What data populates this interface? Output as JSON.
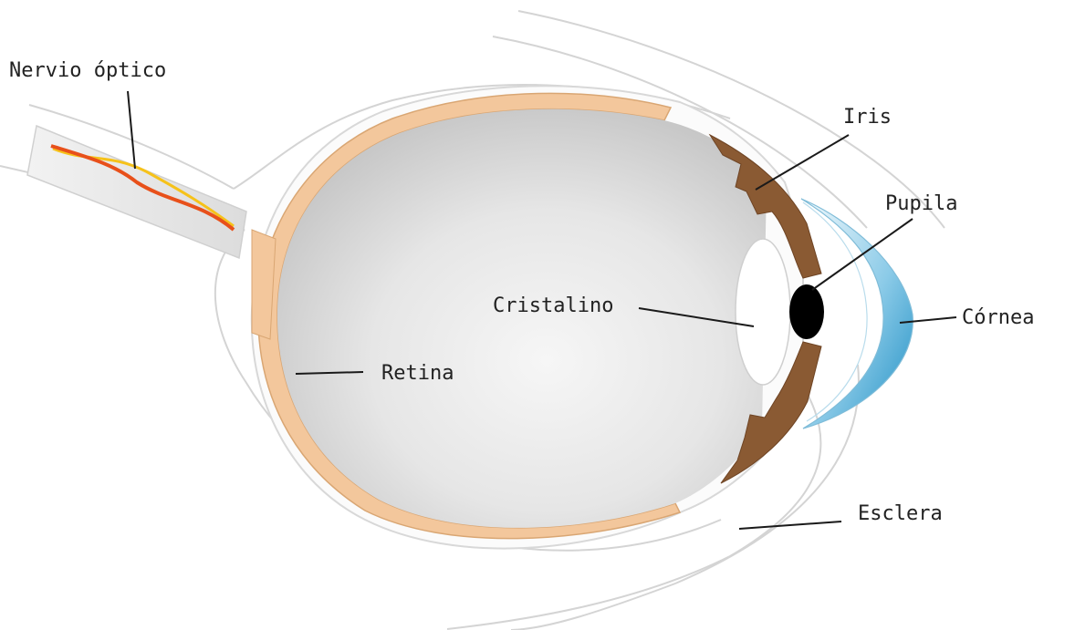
{
  "labels": {
    "optic_nerve": "Nervio óptico",
    "iris": "Iris",
    "pupil": "Pupila",
    "lens": "Cristalino",
    "cornea": "Córnea",
    "retina": "Retina",
    "sclera": "Esclera"
  },
  "colors": {
    "background": "#ffffff",
    "eyeball_light": "#f4f4f4",
    "eyeball_dark": "#c9c9c9",
    "retina": "#f3c79c",
    "retina_edge": "#d9a673",
    "iris": "#8a5a33",
    "pupil": "#000000",
    "cornea_light": "#e9f5fb",
    "cornea_dark": "#2a9fd0",
    "nerve_red": "#e8501a",
    "nerve_yellow": "#f6c21a",
    "outline": "#cfcfcf"
  }
}
